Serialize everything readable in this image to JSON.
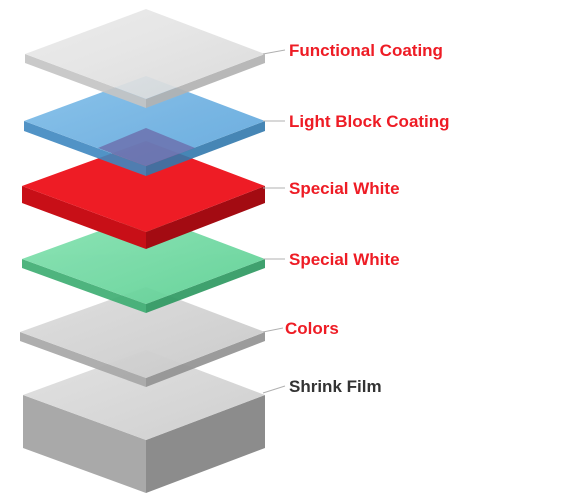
{
  "layers": [
    {
      "label": "Functional Coating",
      "label_color": "#ee1c25"
    },
    {
      "label": "Light Block Coating",
      "label_color": "#ee1c25"
    },
    {
      "label": "Special White",
      "label_color": "#ee1c25"
    },
    {
      "label": "Special White",
      "label_color": "#ee1c25"
    },
    {
      "label": "Colors",
      "label_color": "#ee1c25"
    },
    {
      "label": "Shrink Film",
      "label_color": "#333333"
    }
  ],
  "colors": {
    "functional_coating": "#e4e4e4",
    "light_block_coating": "#6aaee0",
    "special_white_red": "#ee1c25",
    "special_white_green": "#6fd9a0",
    "colors_layer": "#d2d2d2",
    "shrink_film": "#bdbdbd",
    "leader_line": "#b0b0b0"
  }
}
